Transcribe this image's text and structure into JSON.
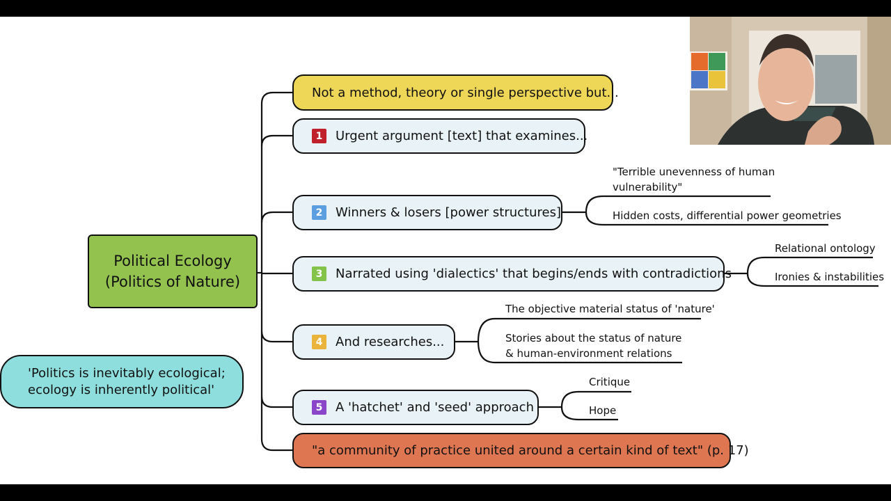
{
  "central": {
    "line1": "Political Ecology",
    "line2": "(Politics of Nature)"
  },
  "quote": {
    "text": "'Politics is inevitably ecological; ecology is inherently political'"
  },
  "branches": {
    "b0": {
      "text": "Not a method, theory or single perspective but..."
    },
    "b1": {
      "num": "1",
      "badge_color": "#c0202a",
      "text": "Urgent argument [text] that examines..."
    },
    "b2": {
      "num": "2",
      "badge_color": "#5b9fe0",
      "text": "Winners & losers [power structures]"
    },
    "b3": {
      "num": "3",
      "badge_color": "#83c34a",
      "text": "Narrated using 'dialectics' that begins/ends with contradictions"
    },
    "b4": {
      "num": "4",
      "badge_color": "#eab33c",
      "text": "And researches..."
    },
    "b5": {
      "num": "5",
      "badge_color": "#8a45c9",
      "text": "A 'hatchet' and 'seed' approach"
    },
    "b6": {
      "text": "\"a community of practice united around a certain kind of text\" (p. 17)"
    }
  },
  "leaves": {
    "b2": [
      "\"Terrible unevenness of human vulnerability\"",
      "Hidden costs, differential power geometries"
    ],
    "b3": [
      "Relational ontology",
      "Ironies & instabilities"
    ],
    "b4": [
      "The objective material status of 'nature'",
      "Stories about the status of nature & human-environment relations"
    ],
    "b5": [
      "Critique",
      "Hope"
    ]
  },
  "colors": {
    "central": "#93c24e",
    "quote": "#8fdede",
    "yellow": "#eed657",
    "blue_node": "#e9f2f7",
    "orange": "#dd7651"
  }
}
